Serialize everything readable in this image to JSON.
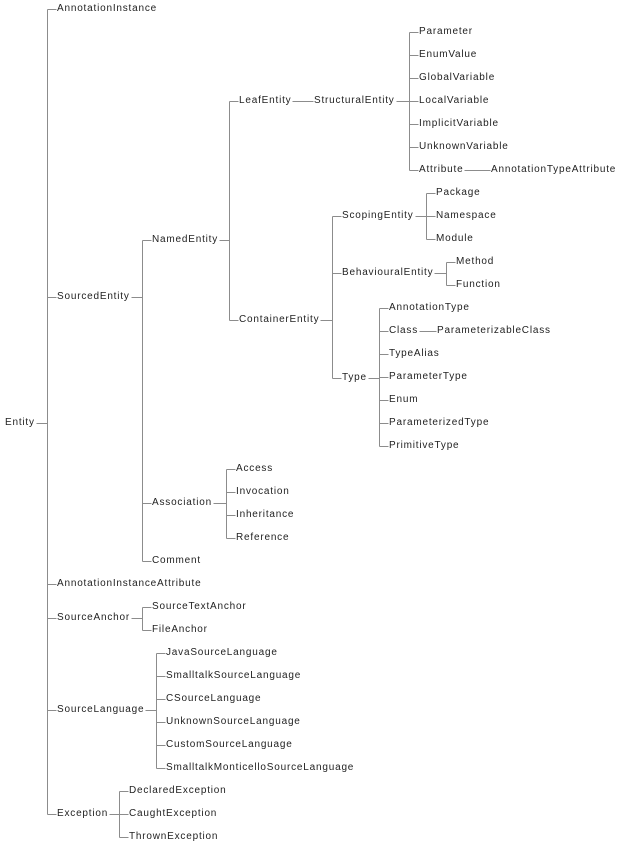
{
  "diagram": {
    "type": "class-hierarchy-tree",
    "line_color": "#8c8c8c",
    "text_color": "#222222",
    "nodes": [
      {
        "id": "Entity",
        "label": "Entity",
        "parent": null
      },
      {
        "id": "AnnotationInstance",
        "label": "AnnotationInstance",
        "parent": "Entity"
      },
      {
        "id": "SourcedEntity",
        "label": "SourcedEntity",
        "parent": "Entity"
      },
      {
        "id": "AnnotationInstanceAttribute",
        "label": "AnnotationInstanceAttribute",
        "parent": "Entity"
      },
      {
        "id": "SourceAnchor",
        "label": "SourceAnchor",
        "parent": "Entity"
      },
      {
        "id": "SourceLanguage",
        "label": "SourceLanguage",
        "parent": "Entity"
      },
      {
        "id": "Exception",
        "label": "Exception",
        "parent": "Entity"
      },
      {
        "id": "NamedEntity",
        "label": "NamedEntity",
        "parent": "SourcedEntity"
      },
      {
        "id": "Association",
        "label": "Association",
        "parent": "SourcedEntity"
      },
      {
        "id": "Comment",
        "label": "Comment",
        "parent": "SourcedEntity"
      },
      {
        "id": "LeafEntity",
        "label": "LeafEntity",
        "parent": "NamedEntity"
      },
      {
        "id": "ContainerEntity",
        "label": "ContainerEntity",
        "parent": "NamedEntity"
      },
      {
        "id": "StructuralEntity",
        "label": "StructuralEntity",
        "parent": "LeafEntity"
      },
      {
        "id": "Parameter",
        "label": "Parameter",
        "parent": "StructuralEntity"
      },
      {
        "id": "EnumValue",
        "label": "EnumValue",
        "parent": "StructuralEntity"
      },
      {
        "id": "GlobalVariable",
        "label": "GlobalVariable",
        "parent": "StructuralEntity"
      },
      {
        "id": "LocalVariable",
        "label": "LocalVariable",
        "parent": "StructuralEntity"
      },
      {
        "id": "ImplicitVariable",
        "label": "ImplicitVariable",
        "parent": "StructuralEntity"
      },
      {
        "id": "UnknownVariable",
        "label": "UnknownVariable",
        "parent": "StructuralEntity"
      },
      {
        "id": "Attribute",
        "label": "Attribute",
        "parent": "StructuralEntity"
      },
      {
        "id": "AnnotationTypeAttribute",
        "label": "AnnotationTypeAttribute",
        "parent": "Attribute"
      },
      {
        "id": "ScopingEntity",
        "label": "ScopingEntity",
        "parent": "ContainerEntity"
      },
      {
        "id": "BehaviouralEntity",
        "label": "BehaviouralEntity",
        "parent": "ContainerEntity"
      },
      {
        "id": "Type",
        "label": "Type",
        "parent": "ContainerEntity"
      },
      {
        "id": "Package",
        "label": "Package",
        "parent": "ScopingEntity"
      },
      {
        "id": "Namespace",
        "label": "Namespace",
        "parent": "ScopingEntity"
      },
      {
        "id": "Module",
        "label": "Module",
        "parent": "ScopingEntity"
      },
      {
        "id": "Method",
        "label": "Method",
        "parent": "BehaviouralEntity"
      },
      {
        "id": "Function",
        "label": "Function",
        "parent": "BehaviouralEntity"
      },
      {
        "id": "AnnotationType",
        "label": "AnnotationType",
        "parent": "Type"
      },
      {
        "id": "Class",
        "label": "Class",
        "parent": "Type"
      },
      {
        "id": "ParameterizableClass",
        "label": "ParameterizableClass",
        "parent": "Class"
      },
      {
        "id": "TypeAlias",
        "label": "TypeAlias",
        "parent": "Type"
      },
      {
        "id": "ParameterType",
        "label": "ParameterType",
        "parent": "Type"
      },
      {
        "id": "Enum",
        "label": "Enum",
        "parent": "Type"
      },
      {
        "id": "ParameterizedType",
        "label": "ParameterizedType",
        "parent": "Type"
      },
      {
        "id": "PrimitiveType",
        "label": "PrimitiveType",
        "parent": "Type"
      },
      {
        "id": "Access",
        "label": "Access",
        "parent": "Association"
      },
      {
        "id": "Invocation",
        "label": "Invocation",
        "parent": "Association"
      },
      {
        "id": "Inheritance",
        "label": "Inheritance",
        "parent": "Association"
      },
      {
        "id": "Reference",
        "label": "Reference",
        "parent": "Association"
      },
      {
        "id": "SourceTextAnchor",
        "label": "SourceTextAnchor",
        "parent": "SourceAnchor"
      },
      {
        "id": "FileAnchor",
        "label": "FileAnchor",
        "parent": "SourceAnchor"
      },
      {
        "id": "JavaSourceLanguage",
        "label": "JavaSourceLanguage",
        "parent": "SourceLanguage"
      },
      {
        "id": "SmalltalkSourceLanguage",
        "label": "SmalltalkSourceLanguage",
        "parent": "SourceLanguage"
      },
      {
        "id": "CSourceLanguage",
        "label": "CSourceLanguage",
        "parent": "SourceLanguage"
      },
      {
        "id": "UnknownSourceLanguage",
        "label": "UnknownSourceLanguage",
        "parent": "SourceLanguage"
      },
      {
        "id": "CustomSourceLanguage",
        "label": "CustomSourceLanguage",
        "parent": "SourceLanguage"
      },
      {
        "id": "SmalltalkMonticelloSourceLanguage",
        "label": "SmalltalkMonticelloSourceLanguage",
        "parent": "SourceLanguage"
      },
      {
        "id": "DeclaredException",
        "label": "DeclaredException",
        "parent": "Exception"
      },
      {
        "id": "CaughtException",
        "label": "CaughtException",
        "parent": "Exception"
      },
      {
        "id": "ThrownException",
        "label": "ThrownException",
        "parent": "Exception"
      }
    ]
  }
}
